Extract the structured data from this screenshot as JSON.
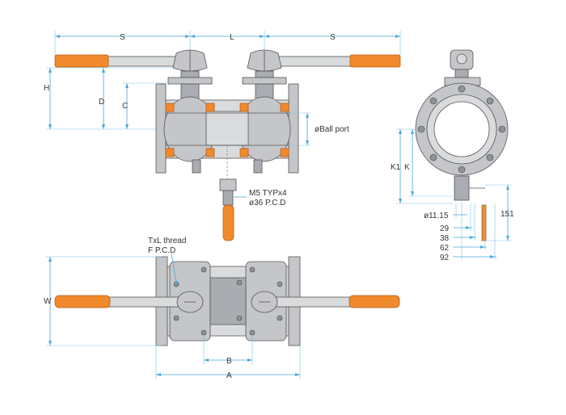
{
  "labels": {
    "s_left": "S",
    "l": "L",
    "s_right": "S",
    "h": "H",
    "d": "D",
    "c": "C",
    "ball_port": "øBall port",
    "m5": "M5 TYPx4",
    "pcd36": "ø36 P.C.D",
    "k1": "K1",
    "k": "K",
    "d1115": "ø11.15",
    "d29": "29",
    "d38": "38",
    "d62": "62",
    "d92": "92",
    "d151": "151",
    "txl": "TxL thread",
    "fpcd": "F  P.C.D",
    "w": "W",
    "b": "B",
    "a": "A"
  },
  "colors": {
    "dimension": "#4aa8d8",
    "handle": "#f08a2c",
    "steel": "#c4c6c9"
  }
}
